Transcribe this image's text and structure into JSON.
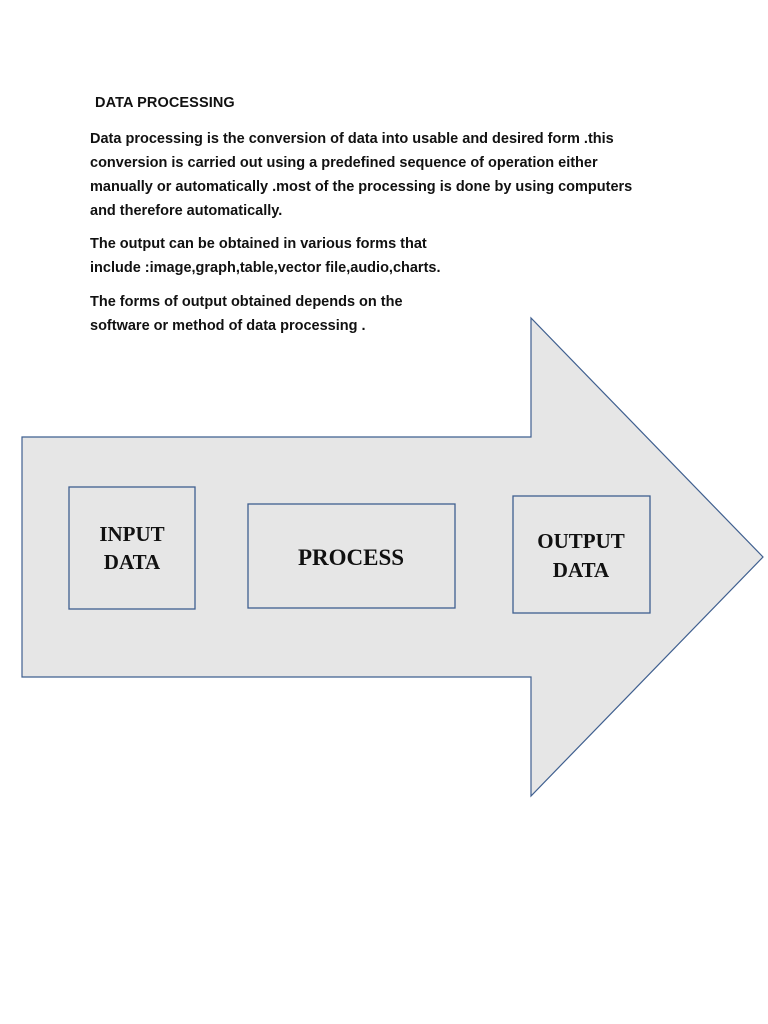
{
  "document": {
    "heading": "DATA PROCESSING",
    "paragraphs": [
      "Data processing is the conversion of data into usable and desired form .this\nconversion is carried out using a predefined sequence of operation either\nmanually or automatically .most of the processing is done by using computers\nand therefore automatically.",
      "The output can be obtained in various forms that\ninclude :image,graph,table,vector file,audio,charts.",
      "The forms of output obtained depends on the\nsoftware or method of data processing ."
    ]
  },
  "diagram": {
    "arrow_fill": "#e6e6e6",
    "stroke_color": "#3f5f8f",
    "boxes": {
      "input": {
        "line1": "INPUT",
        "line2": "DATA"
      },
      "process": {
        "label": "PROCESS"
      },
      "output": {
        "line1": "OUTPUT",
        "line2": "DATA"
      }
    }
  }
}
